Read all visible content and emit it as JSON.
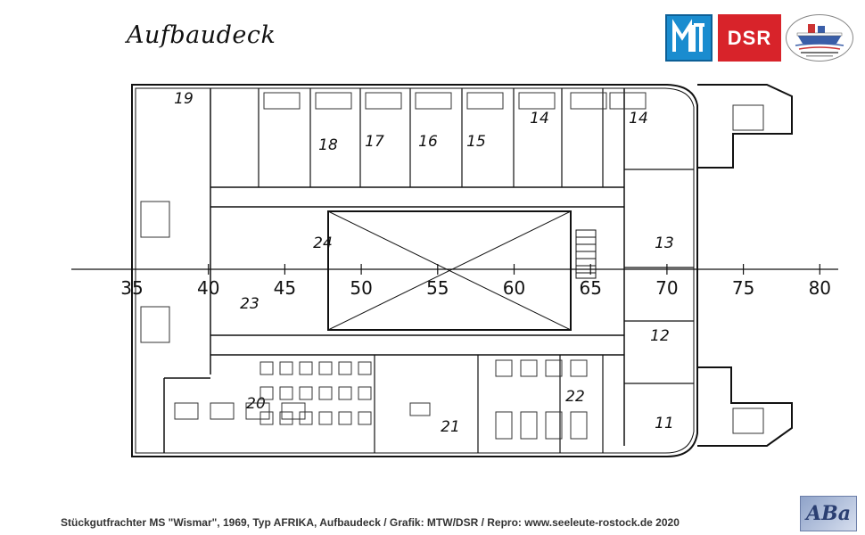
{
  "title": "Aufbaudeck",
  "logos": {
    "dsr": "DSR",
    "aba": "ABa",
    "colors": {
      "mtw_blue": "#1a8ccf",
      "dsr_red": "#d8232a"
    }
  },
  "frame_numbers": [
    "35",
    "40",
    "45",
    "50",
    "55",
    "60",
    "65",
    "70",
    "75",
    "80"
  ],
  "room_numbers": [
    "19",
    "18",
    "17",
    "16",
    "15",
    "14",
    "14",
    "13",
    "12",
    "11",
    "23",
    "24",
    "20",
    "21",
    "22"
  ],
  "caption": "Stückgutfrachter MS \"Wismar\", 1969, Typ AFRIKA, Aufbaudeck / Grafik: MTW/DSR / Repro: www.seeleute-rostock.de 2020"
}
